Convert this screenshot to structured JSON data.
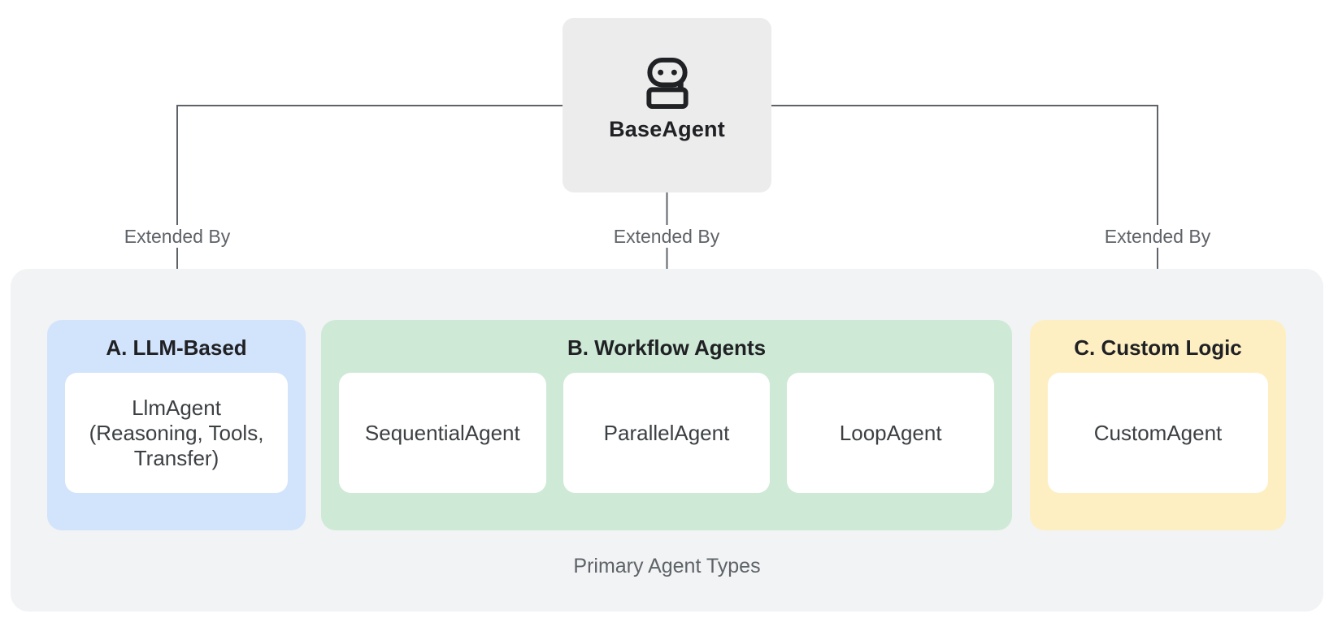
{
  "diagram": {
    "root": {
      "label": "BaseAgent",
      "icon": "robot-icon"
    },
    "connectors": [
      {
        "target": "A. LLM-Based",
        "label": "Extended By"
      },
      {
        "target": "B. Workflow Agents",
        "label": "Extended By"
      },
      {
        "target": "C. Custom Logic",
        "label": "Extended By"
      }
    ],
    "groups": [
      {
        "title": "A. LLM-Based",
        "color": "#d2e3fc",
        "cards": [
          {
            "label": "LlmAgent (Reasoning, Tools, Transfer)",
            "lines": [
              "LlmAgent",
              "(Reasoning, Tools,",
              "Transfer)"
            ]
          }
        ]
      },
      {
        "title": "B. Workflow Agents",
        "color": "#ceead6",
        "cards": [
          {
            "label": "SequentialAgent",
            "lines": [
              "SequentialAgent"
            ]
          },
          {
            "label": "ParallelAgent",
            "lines": [
              "ParallelAgent"
            ]
          },
          {
            "label": "LoopAgent",
            "lines": [
              "LoopAgent"
            ]
          }
        ]
      },
      {
        "title": "C. Custom Logic",
        "color": "#feefc3",
        "cards": [
          {
            "label": "CustomAgent",
            "lines": [
              "CustomAgent"
            ]
          }
        ]
      }
    ],
    "caption": "Primary Agent Types",
    "colors": {
      "canvas_bg": "#ffffff",
      "container_bg": "#f1f3f4",
      "root_node_bg": "#ececec",
      "group_llm_bg": "#d2e3fc",
      "group_workflow_bg": "#ceead6",
      "group_custom_bg": "#feefc3",
      "card_bg": "#ffffff",
      "heading_text": "#202124",
      "card_text": "#3c4043",
      "muted_text": "#5f6368",
      "connector_line": "#5f6368"
    }
  }
}
